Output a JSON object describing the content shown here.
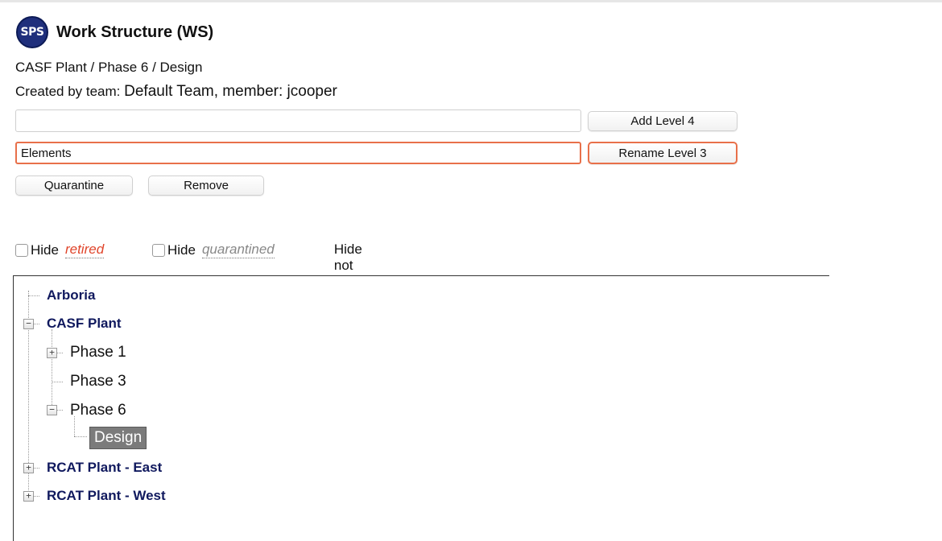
{
  "app": {
    "logo_text": "SPS",
    "title": "Work Structure (WS)"
  },
  "breadcrumb": "CASF Plant / Phase 6 / Design",
  "created_by": {
    "label": "Created by team:",
    "value": "Default Team, member: jcooper"
  },
  "form": {
    "new_level_value": "",
    "add_level_label": "Add Level 4",
    "rename_value": "Elements",
    "rename_label": "Rename Level 3",
    "quarantine_label": "Quarantine",
    "remove_label": "Remove"
  },
  "filters": {
    "hide_label": "Hide",
    "retired_word": "retired",
    "quarantined_word": "quarantined",
    "not_used_label": "Hide not used by current team",
    "retired_checked": false,
    "quarantined_checked": false,
    "not_used_checked": false
  },
  "tree": {
    "nodes": [
      {
        "label": "Arboria",
        "level": 1,
        "expander": "none"
      },
      {
        "label": "CASF Plant",
        "level": 1,
        "expander": "collapse"
      },
      {
        "label": "Phase 1",
        "level": 2,
        "expander": "expand"
      },
      {
        "label": "Phase 3",
        "level": 2,
        "expander": "none"
      },
      {
        "label": "Phase 6",
        "level": 2,
        "expander": "collapse"
      },
      {
        "label": "Design",
        "level": 3,
        "expander": "none",
        "selected": true
      },
      {
        "label": "RCAT Plant - East",
        "level": 1,
        "expander": "expand"
      },
      {
        "label": "RCAT Plant - West",
        "level": 1,
        "expander": "expand"
      }
    ]
  },
  "colors": {
    "accent": "#e8704a",
    "node_level1": "#10195e",
    "selected_bg": "#7b7b7b",
    "retired": "#e0452b"
  }
}
